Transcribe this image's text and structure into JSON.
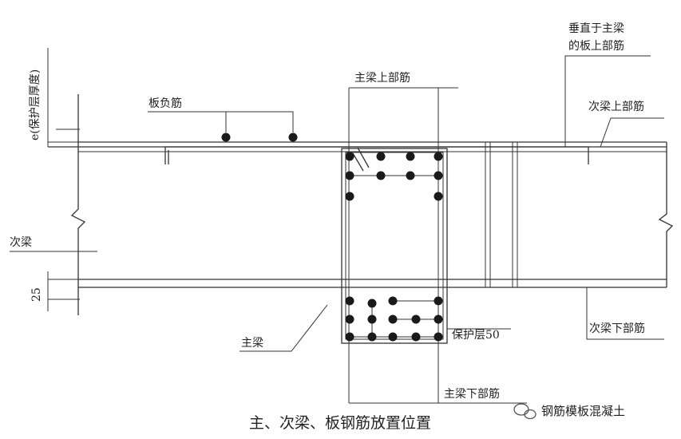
{
  "labels": {
    "slab_negative": "板负筋",
    "main_top": "主梁上部筋",
    "perp_top_line1": "垂直于主梁",
    "perp_top_line2": "的板上部筋",
    "sec_top": "次梁上部筋",
    "cover_thickness": "e(保护层厚度)",
    "secondary_beam": "次梁",
    "dim_25": "25",
    "main_beam": "主梁",
    "cover_50": "保护层50",
    "sec_bottom": "次梁下部筋",
    "main_bottom": "主梁下部筋"
  },
  "caption": "主、次梁、板钢筋放置位置",
  "watermark": "钢筋模板混凝土",
  "colors": {
    "line": "#333333",
    "bar": "#1a1a1a",
    "text": "#222222",
    "watermark": "#555555"
  }
}
